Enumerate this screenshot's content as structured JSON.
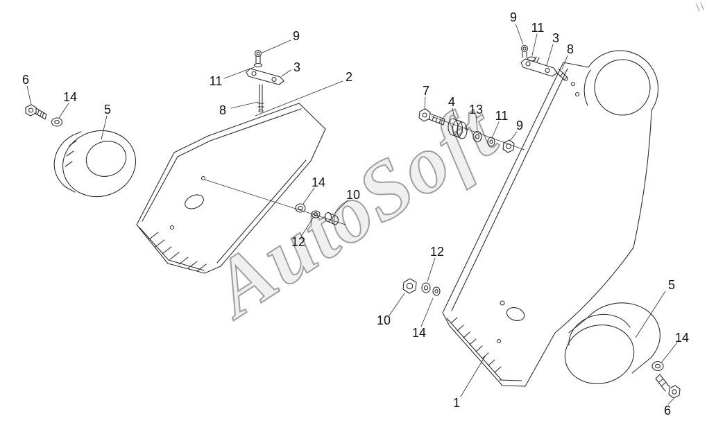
{
  "watermark": {
    "text": "AutoSoft"
  },
  "diagram": {
    "type": "exploded-parts-diagram",
    "stroke_color": "#2b2b2b",
    "background_color": "#ffffff"
  },
  "callouts": [
    {
      "label": "9"
    },
    {
      "label": "3"
    },
    {
      "label": "11"
    },
    {
      "label": "2"
    },
    {
      "label": "8"
    },
    {
      "label": "6"
    },
    {
      "label": "14"
    },
    {
      "label": "5"
    },
    {
      "label": "14"
    },
    {
      "label": "10"
    },
    {
      "label": "12"
    },
    {
      "label": "9"
    },
    {
      "label": "11"
    },
    {
      "label": "3"
    },
    {
      "label": "8"
    },
    {
      "label": "7"
    },
    {
      "label": "4"
    },
    {
      "label": "13"
    },
    {
      "label": "11"
    },
    {
      "label": "9"
    },
    {
      "label": "12"
    },
    {
      "label": "10"
    },
    {
      "label": "14"
    },
    {
      "label": "5"
    },
    {
      "label": "14"
    },
    {
      "label": "6"
    },
    {
      "label": "1"
    }
  ]
}
